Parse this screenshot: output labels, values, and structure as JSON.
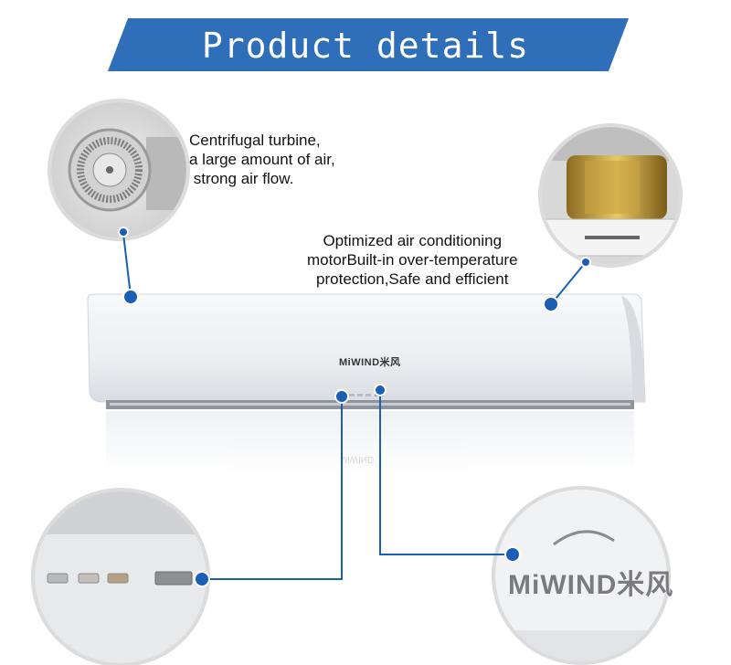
{
  "banner": {
    "title": "Product details",
    "color": "#2f6fba"
  },
  "captions": {
    "turbine": "Centrifugal turbine,\na large amount of air,\n strong air flow.",
    "motor": "Optimized air conditioning\nmotorBuilt-in over-temperature\nprotection,Safe and efficient"
  },
  "brand": {
    "logo_text": "MiWIND米风"
  },
  "colors": {
    "accent": "#1a5fb4",
    "line": "#1a5fb4",
    "product_body": "#eef0f4"
  },
  "icons": [
    "turbine-closeup",
    "motor-closeup",
    "control-buttons-closeup",
    "logo-closeup"
  ]
}
